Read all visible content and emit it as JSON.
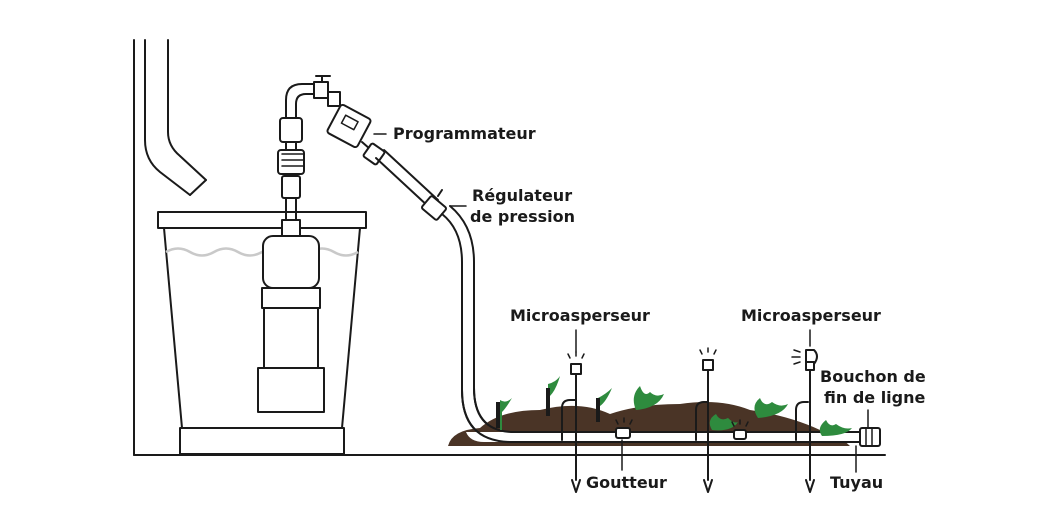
{
  "labels": {
    "programmer": "Programmateur",
    "pressure_regulator_line1": "Régulateur",
    "pressure_regulator_line2": "de pression",
    "micro_sprinkler_left": "Microasperseur",
    "micro_sprinkler_right": "Microasperseur",
    "end_cap_line1": "Bouchon de",
    "end_cap_line2": "fin de ligne",
    "dripper": "Goutteur",
    "hose": "Tuyau"
  },
  "colors": {
    "ink": "#1a1a1a",
    "soil": "#4a3426",
    "plant": "#2e8b3e",
    "water": "#c9c9c9"
  }
}
